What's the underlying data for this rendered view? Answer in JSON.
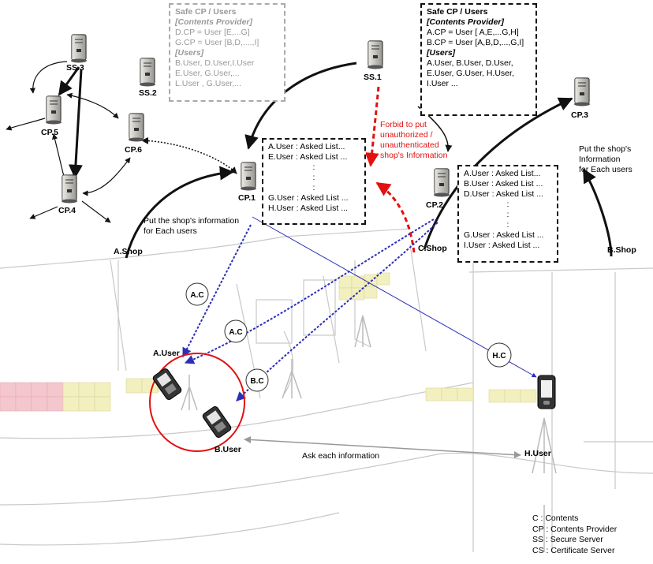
{
  "colors": {
    "red": "#e31010",
    "blue": "#2b2fb8",
    "black": "#111111",
    "grey": "#aaaaaa"
  },
  "servers": {
    "ss3": "SS.3",
    "ss2": "SS.2",
    "ss1": "SS.1",
    "cp3": "CP.3",
    "cp5": "CP.5",
    "cp6": "CP.6",
    "cp4": "CP.4",
    "cp1": "CP.1",
    "cp2": "CP.2"
  },
  "grey_box": {
    "title": "Safe CP / Users",
    "cp_heading": "[Contents Provider]",
    "cp_lines": [
      "D.CP = User [E,...G]",
      "G.CP = User [B,D,....,I]"
    ],
    "users_heading": "[Users]",
    "user_lines": [
      "B.User, D.User,I.User",
      "E.User, G.User,...",
      "L.User , G.User,..."
    ]
  },
  "safe_box": {
    "title": "Safe CP / Users",
    "cp_heading": "[Contents Provider]",
    "cp_lines": [
      "A.CP = User [ A,E,...G,H]",
      "B.CP = User [A,B,D,...,G,I]"
    ],
    "users_heading": "[Users]",
    "user_lines": [
      "A.User, B.User, D.User,",
      "E.User, G.User, H.User,",
      "I.User ..."
    ]
  },
  "cp1_list": {
    "top": [
      "A.User : Asked List...",
      "E.User : Asked List ..."
    ],
    "dots": ":",
    "bottom": [
      "G.User : Asked List ...",
      "H.User : Asked List ..."
    ]
  },
  "cp2_list": {
    "top": [
      "A.User : Asked List...",
      "B.User : Asked List ...",
      "D.User : Asked List ..."
    ],
    "dots": ":",
    "bottom": [
      "G.User : Asked List ...",
      "I.User : Asked List ..."
    ]
  },
  "labels": {
    "forbid": [
      "Forbid to put",
      "unauthorized /",
      "unauthenticated",
      "shop's Information"
    ],
    "put_left": [
      "Put the shop's information",
      "for Each users"
    ],
    "put_right": [
      "Put the shop's",
      "Information",
      "for Each users"
    ],
    "a_shop": "A.Shop",
    "c_shop": "C.Shop",
    "b_shop": "B.Shop",
    "a_user": "A.User",
    "b_user": "B.User",
    "h_user": "H.User",
    "ask": "Ask each information"
  },
  "contents_badges": [
    "A.C",
    "A.C",
    "B.C",
    "H.C"
  ],
  "legend": [
    "C : Contents",
    "CP : Contents Provider",
    "SS : Secure Server",
    "CS : Certificate Server"
  ]
}
